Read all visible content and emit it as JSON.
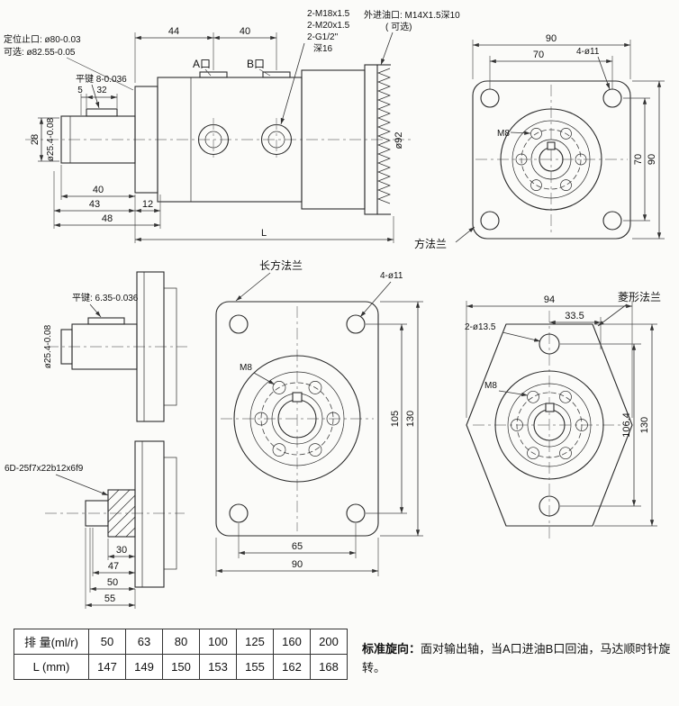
{
  "side_view": {
    "note_spigot": "定位止口: ø80-0.03",
    "note_spigot_alt": "可选: ø82.55-0.05",
    "note_key": "平键 8-0.036",
    "dim_5": "5",
    "dim_32": "32",
    "dim_28": "28",
    "shaft_dia": "ø25.4-0.08",
    "port_a": "A口",
    "port_b": "B口",
    "dim_44": "44",
    "dim_40_top": "40",
    "threads": [
      "2-M18x1.5",
      "2-M20x1.5",
      "2-G1/2\"",
      "深16"
    ],
    "ext_port_line1": "外进油口: M14X1.5深10",
    "ext_port_line2": "( 可选)",
    "body_dia": "ø92",
    "dim_40": "40",
    "dim_43": "43",
    "dim_12": "12",
    "dim_48": "48",
    "dim_L": "L"
  },
  "square_flange": {
    "label": "方法兰",
    "dim_90_top": "90",
    "dim_70_top": "70",
    "holes": "4-ø11",
    "bolt": "M8",
    "dim_70_right": "70",
    "dim_90_right": "90"
  },
  "keyed_shaft_2": {
    "note_key": "平键: 6.35-0.036",
    "shaft_dia": "ø25.4-0.08"
  },
  "rect_flange": {
    "label": "长方法兰",
    "holes": "4-ø11",
    "bolt": "M8",
    "dim_105": "105",
    "dim_130": "130",
    "dim_65": "65",
    "dim_90": "90"
  },
  "diamond_flange": {
    "label": "菱形法兰",
    "holes": "2-ø13.5",
    "bolt": "M8",
    "dim_94": "94",
    "dim_33_5": "33.5",
    "dim_106_4": "106.4",
    "dim_130": "130"
  },
  "spline_shaft": {
    "label": "6D-25f7x22b12x6f9",
    "dim_30": "30",
    "dim_47": "47",
    "dim_50": "50",
    "dim_55": "55"
  },
  "table": {
    "rows": [
      {
        "label": "排 量(ml/r)",
        "values": [
          "50",
          "63",
          "80",
          "100",
          "125",
          "160",
          "200"
        ]
      },
      {
        "label": "L (mm)",
        "values": [
          "147",
          "149",
          "150",
          "153",
          "155",
          "162",
          "168"
        ]
      }
    ]
  },
  "note": {
    "label": "标准旋向：",
    "text": "面对输出轴，当A口进油B口回油，马达顺时针旋转。"
  }
}
